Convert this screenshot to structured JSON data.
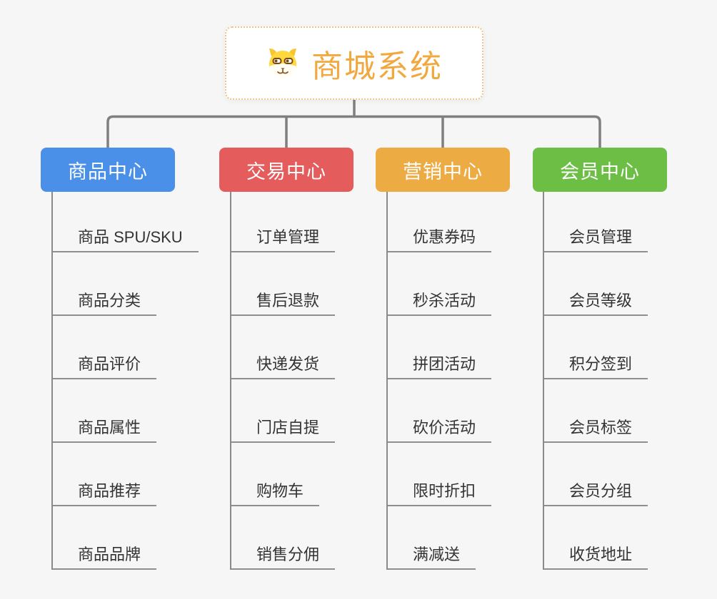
{
  "root": {
    "title": "商城系统",
    "icon": "dog-face"
  },
  "branches": [
    {
      "id": "product-center",
      "label": "商品中心",
      "color": "#4a90e8",
      "children": [
        "商品 SPU/SKU",
        "商品分类",
        "商品评价",
        "商品属性",
        "商品推荐",
        "商品品牌"
      ]
    },
    {
      "id": "trade-center",
      "label": "交易中心",
      "color": "#e45c5c",
      "children": [
        "订单管理",
        "售后退款",
        "快递发货",
        "门店自提",
        "购物车",
        "销售分佣"
      ]
    },
    {
      "id": "marketing-center",
      "label": "营销中心",
      "color": "#edab43",
      "children": [
        "优惠券码",
        "秒杀活动",
        "拼团活动",
        "砍价活动",
        "限时折扣",
        "满减送"
      ]
    },
    {
      "id": "member-center",
      "label": "会员中心",
      "color": "#6cbe45",
      "children": [
        "会员管理",
        "会员等级",
        "积分签到",
        "会员标签",
        "会员分组",
        "收货地址"
      ]
    }
  ],
  "colors": {
    "background": "#f6f6f6",
    "connector": "#7f7f7f",
    "underline": "#8f8f8f",
    "leaf_text": "#333333",
    "root_title": "#f1a93f",
    "root_border": "#f2c488",
    "root_background": "#ffffff"
  }
}
